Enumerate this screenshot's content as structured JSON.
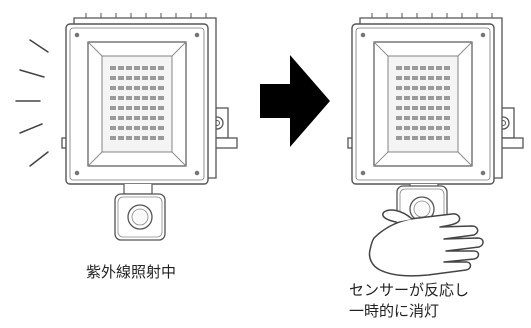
{
  "left_panel": {
    "caption": "紫外線照射中"
  },
  "right_panel": {
    "caption_line1": "センサーが反応し",
    "caption_line2": "一時的に消灯"
  },
  "colors": {
    "line": "#555555",
    "arrow": "#000000",
    "led_cell": "#9a9a9a"
  },
  "icons": [
    "floodlight-icon",
    "radiating-lines-icon",
    "right-arrow-icon",
    "hand-icon",
    "motion-sensor-icon"
  ]
}
